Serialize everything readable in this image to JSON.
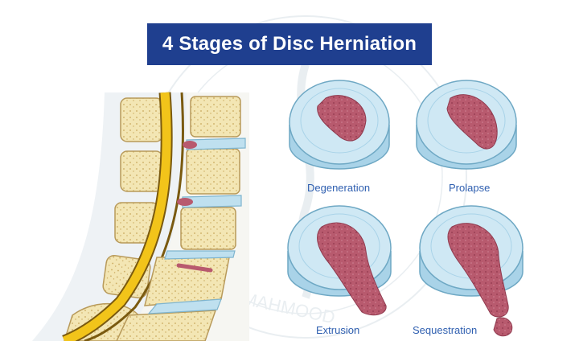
{
  "title": "4 Stages of Disc Herniation",
  "stages": [
    {
      "label": "Degeneration"
    },
    {
      "label": "Prolapse"
    },
    {
      "label": "Extrusion"
    },
    {
      "label": "Sequestration"
    }
  ],
  "watermark": {
    "text": "MAHMOOD"
  },
  "colors": {
    "banner": "#1f3f8f",
    "label_text": "#2f5fb0",
    "disc_blue": "#bfe0ef",
    "disc_edge": "#7fb5cf",
    "nucleus": "#b85a6e",
    "vertebra": "#f3e6b4",
    "spinal_cord": "#f2c41a"
  }
}
